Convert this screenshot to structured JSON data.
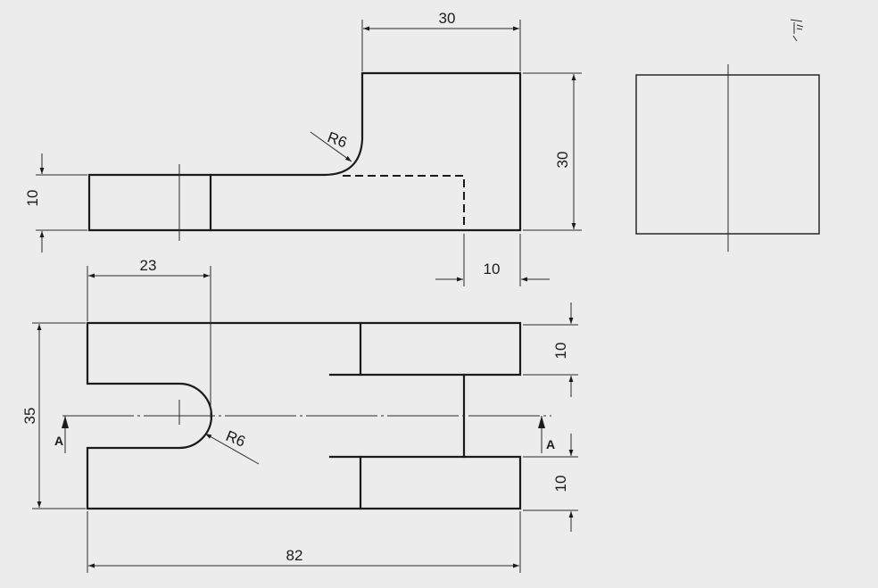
{
  "dimensions": {
    "top_width": "30",
    "top_height": "30",
    "left_thickness": "10",
    "step_width": "10",
    "fillet_radius_top": "R6",
    "slot_depth": "23",
    "overall_height": "35",
    "fillet_radius_plan": "R6",
    "upper_slot": "10",
    "lower_slot": "10",
    "overall_length": "82"
  },
  "section": {
    "label_left": "A",
    "label_right": "A"
  },
  "colors": {
    "paper": "#ececec",
    "ink": "#1b1b1b"
  }
}
